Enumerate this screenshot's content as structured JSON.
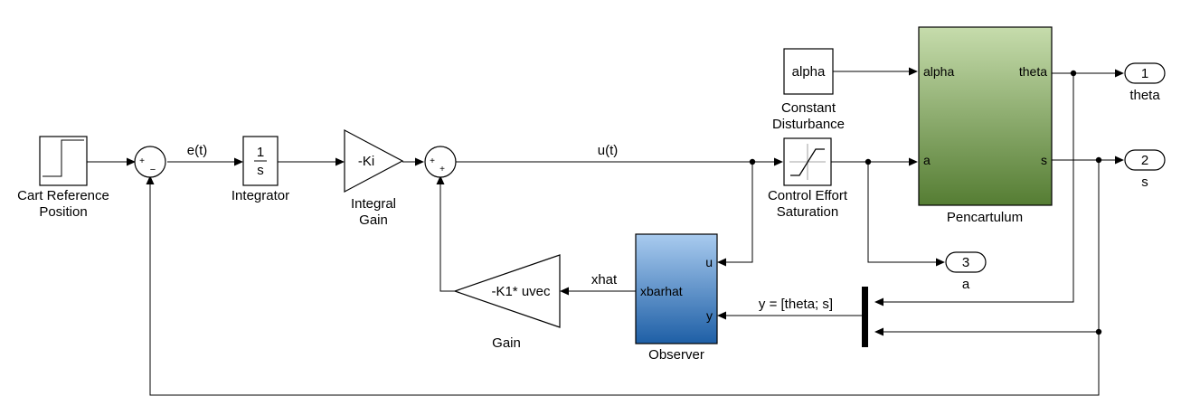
{
  "blocks": {
    "step": {
      "label_line1": "Cart Reference",
      "label_line2": "Position"
    },
    "sum1": {
      "signs": [
        "+",
        "−"
      ]
    },
    "integrator": {
      "numerator": "1",
      "denominator": "s",
      "label": "Integrator"
    },
    "gain_ki": {
      "text": "-Ki",
      "label_line1": "Integral",
      "label_line2": "Gain"
    },
    "sum2": {
      "signs": [
        "+",
        "+"
      ]
    },
    "constant": {
      "text": "alpha",
      "label_line1": "Constant",
      "label_line2": "Disturbance"
    },
    "saturation": {
      "label_line1": "Control Effort",
      "label_line2": "Saturation"
    },
    "plant": {
      "name": "Pencartulum",
      "in_alpha": "alpha",
      "in_a": "a",
      "out_theta": "theta",
      "out_s": "s",
      "color": "#7fa55a"
    },
    "observer": {
      "name": "Observer",
      "in_u": "u",
      "in_y": "y",
      "out_xbarhat": "xbarhat",
      "color": "#3f86c8"
    },
    "gain_k1": {
      "text": "-K1* uvec",
      "label": "Gain"
    },
    "mux": {}
  },
  "outports": [
    {
      "number": "1",
      "name": "theta"
    },
    {
      "number": "2",
      "name": "s"
    },
    {
      "number": "3",
      "name": "a"
    }
  ],
  "signals": {
    "error": "e(t)",
    "control": "u(t)",
    "xhat": "xhat",
    "y": "y = [theta; s]"
  }
}
